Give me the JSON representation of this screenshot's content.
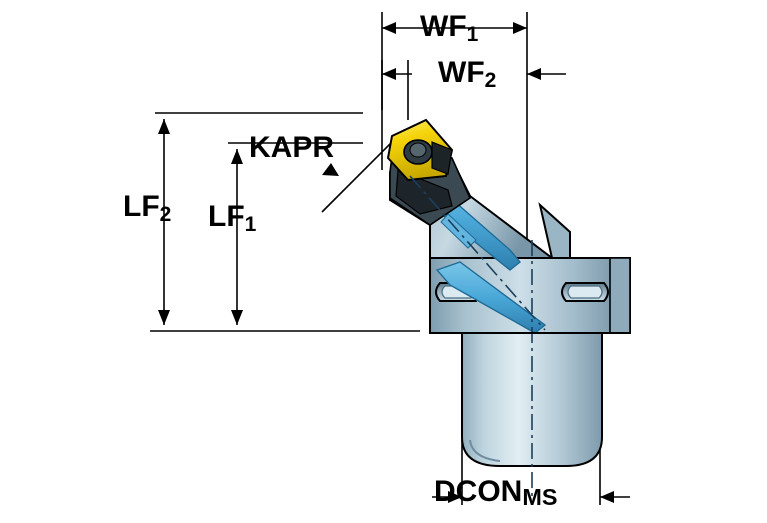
{
  "diagram": {
    "title": "",
    "type": "technical-drawing",
    "subject": "lathe cutting tool holder with indexable insert",
    "labels": {
      "wf1": {
        "text": "WF",
        "sub": "1"
      },
      "wf2": {
        "text": "WF",
        "sub": "2"
      },
      "kapr": {
        "text": "KAPR",
        "sub": ""
      },
      "lf2": {
        "text": "LF",
        "sub": "2"
      },
      "lf1": {
        "text": "LF",
        "sub": "1"
      },
      "dcon": {
        "text": "DCON",
        "sub": "MS"
      }
    },
    "colors": {
      "body_light": "#b9ccd6",
      "body_mid": "#8aa7b6",
      "body_dark": "#5d7d8e",
      "shank_light": "#cfe0e8",
      "insert_yellow": "#f5d40a",
      "insert_dark": "#2c2c2c",
      "coolant_blue": "#4aa8d8",
      "outline": "#000000"
    }
  }
}
